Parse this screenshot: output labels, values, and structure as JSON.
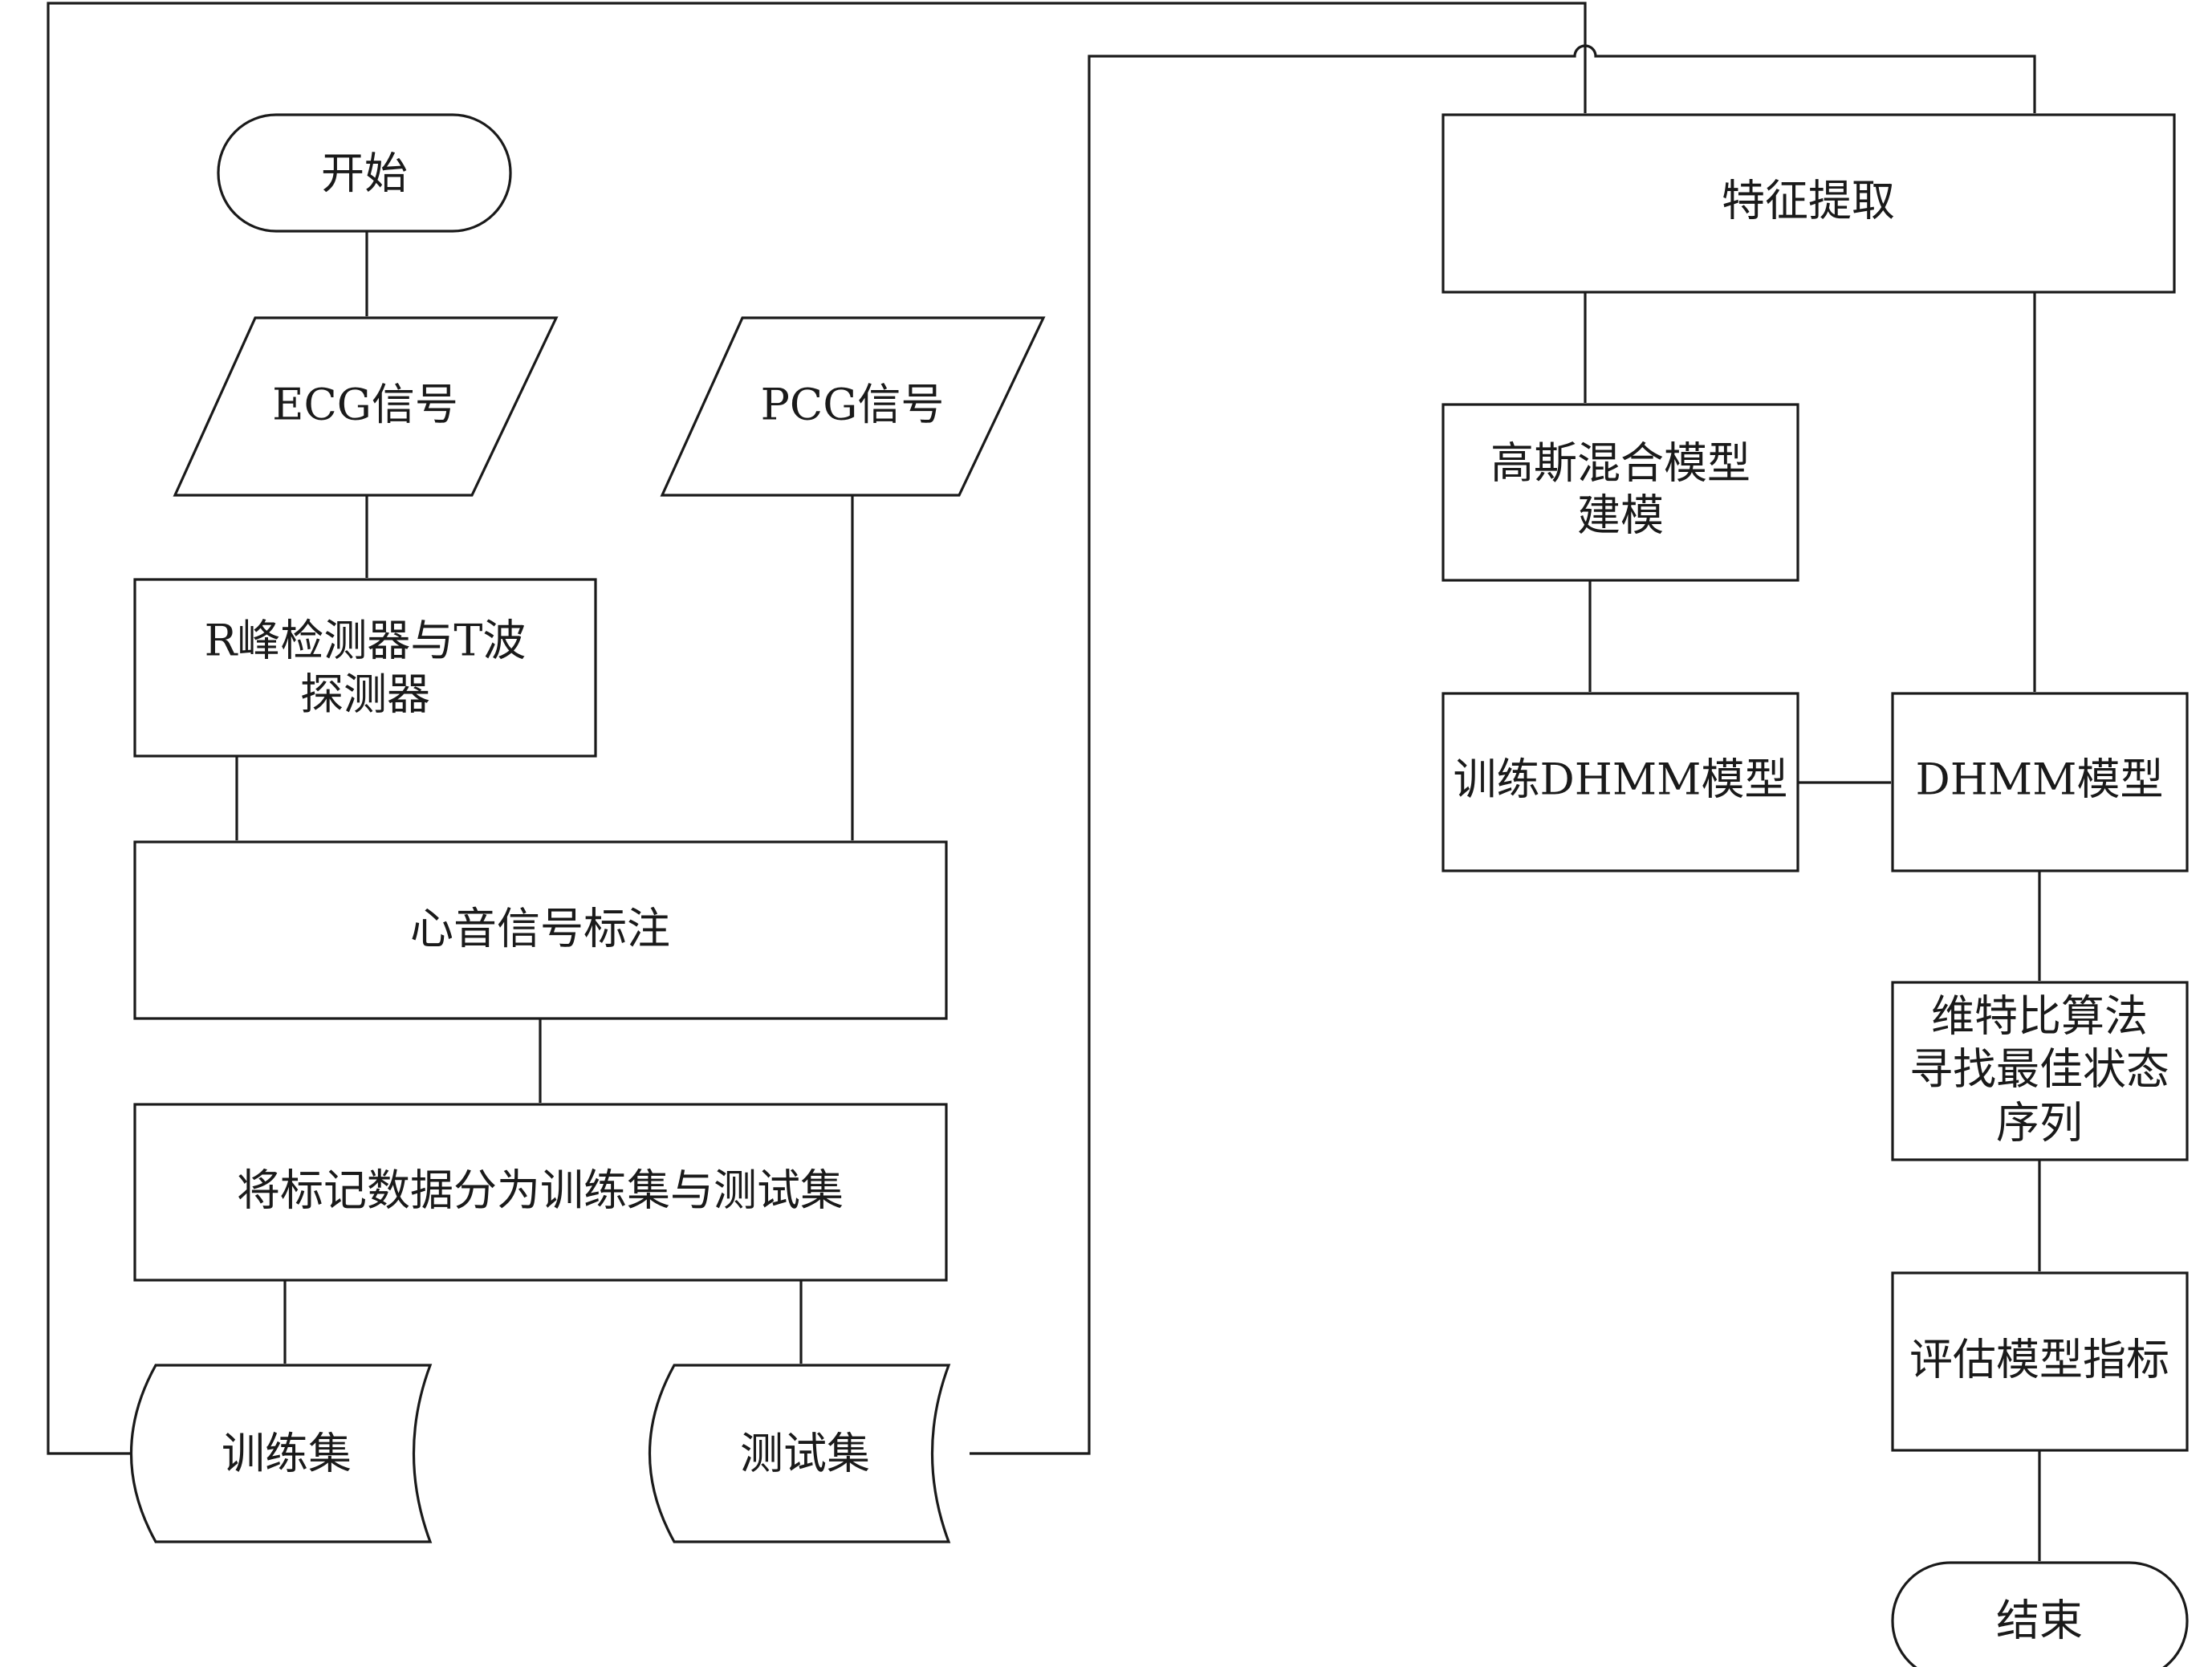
{
  "nodes": {
    "start": {
      "label": "开始"
    },
    "ecg": {
      "label": "ECG信号"
    },
    "pcg": {
      "label": "PCG信号"
    },
    "detector": {
      "line1": "R峰检测器与T波",
      "line2": "探测器"
    },
    "annotate": {
      "label": "心音信号标注"
    },
    "split": {
      "label": "将标记数据分为训练集与测试集"
    },
    "train_set": {
      "label": "训练集"
    },
    "test_set": {
      "label": "测试集"
    },
    "feature": {
      "label": "特征提取"
    },
    "gmm": {
      "line1": "高斯混合模型",
      "line2": "建模"
    },
    "train_dhmm": {
      "label": "训练DHMM模型"
    },
    "dhmm": {
      "label": "DHMM模型"
    },
    "viterbi": {
      "line1": "维特比算法",
      "line2": "寻找最佳状态",
      "line3": "序列"
    },
    "evaluate": {
      "label": "评估模型指标"
    },
    "end": {
      "label": "结束"
    }
  }
}
